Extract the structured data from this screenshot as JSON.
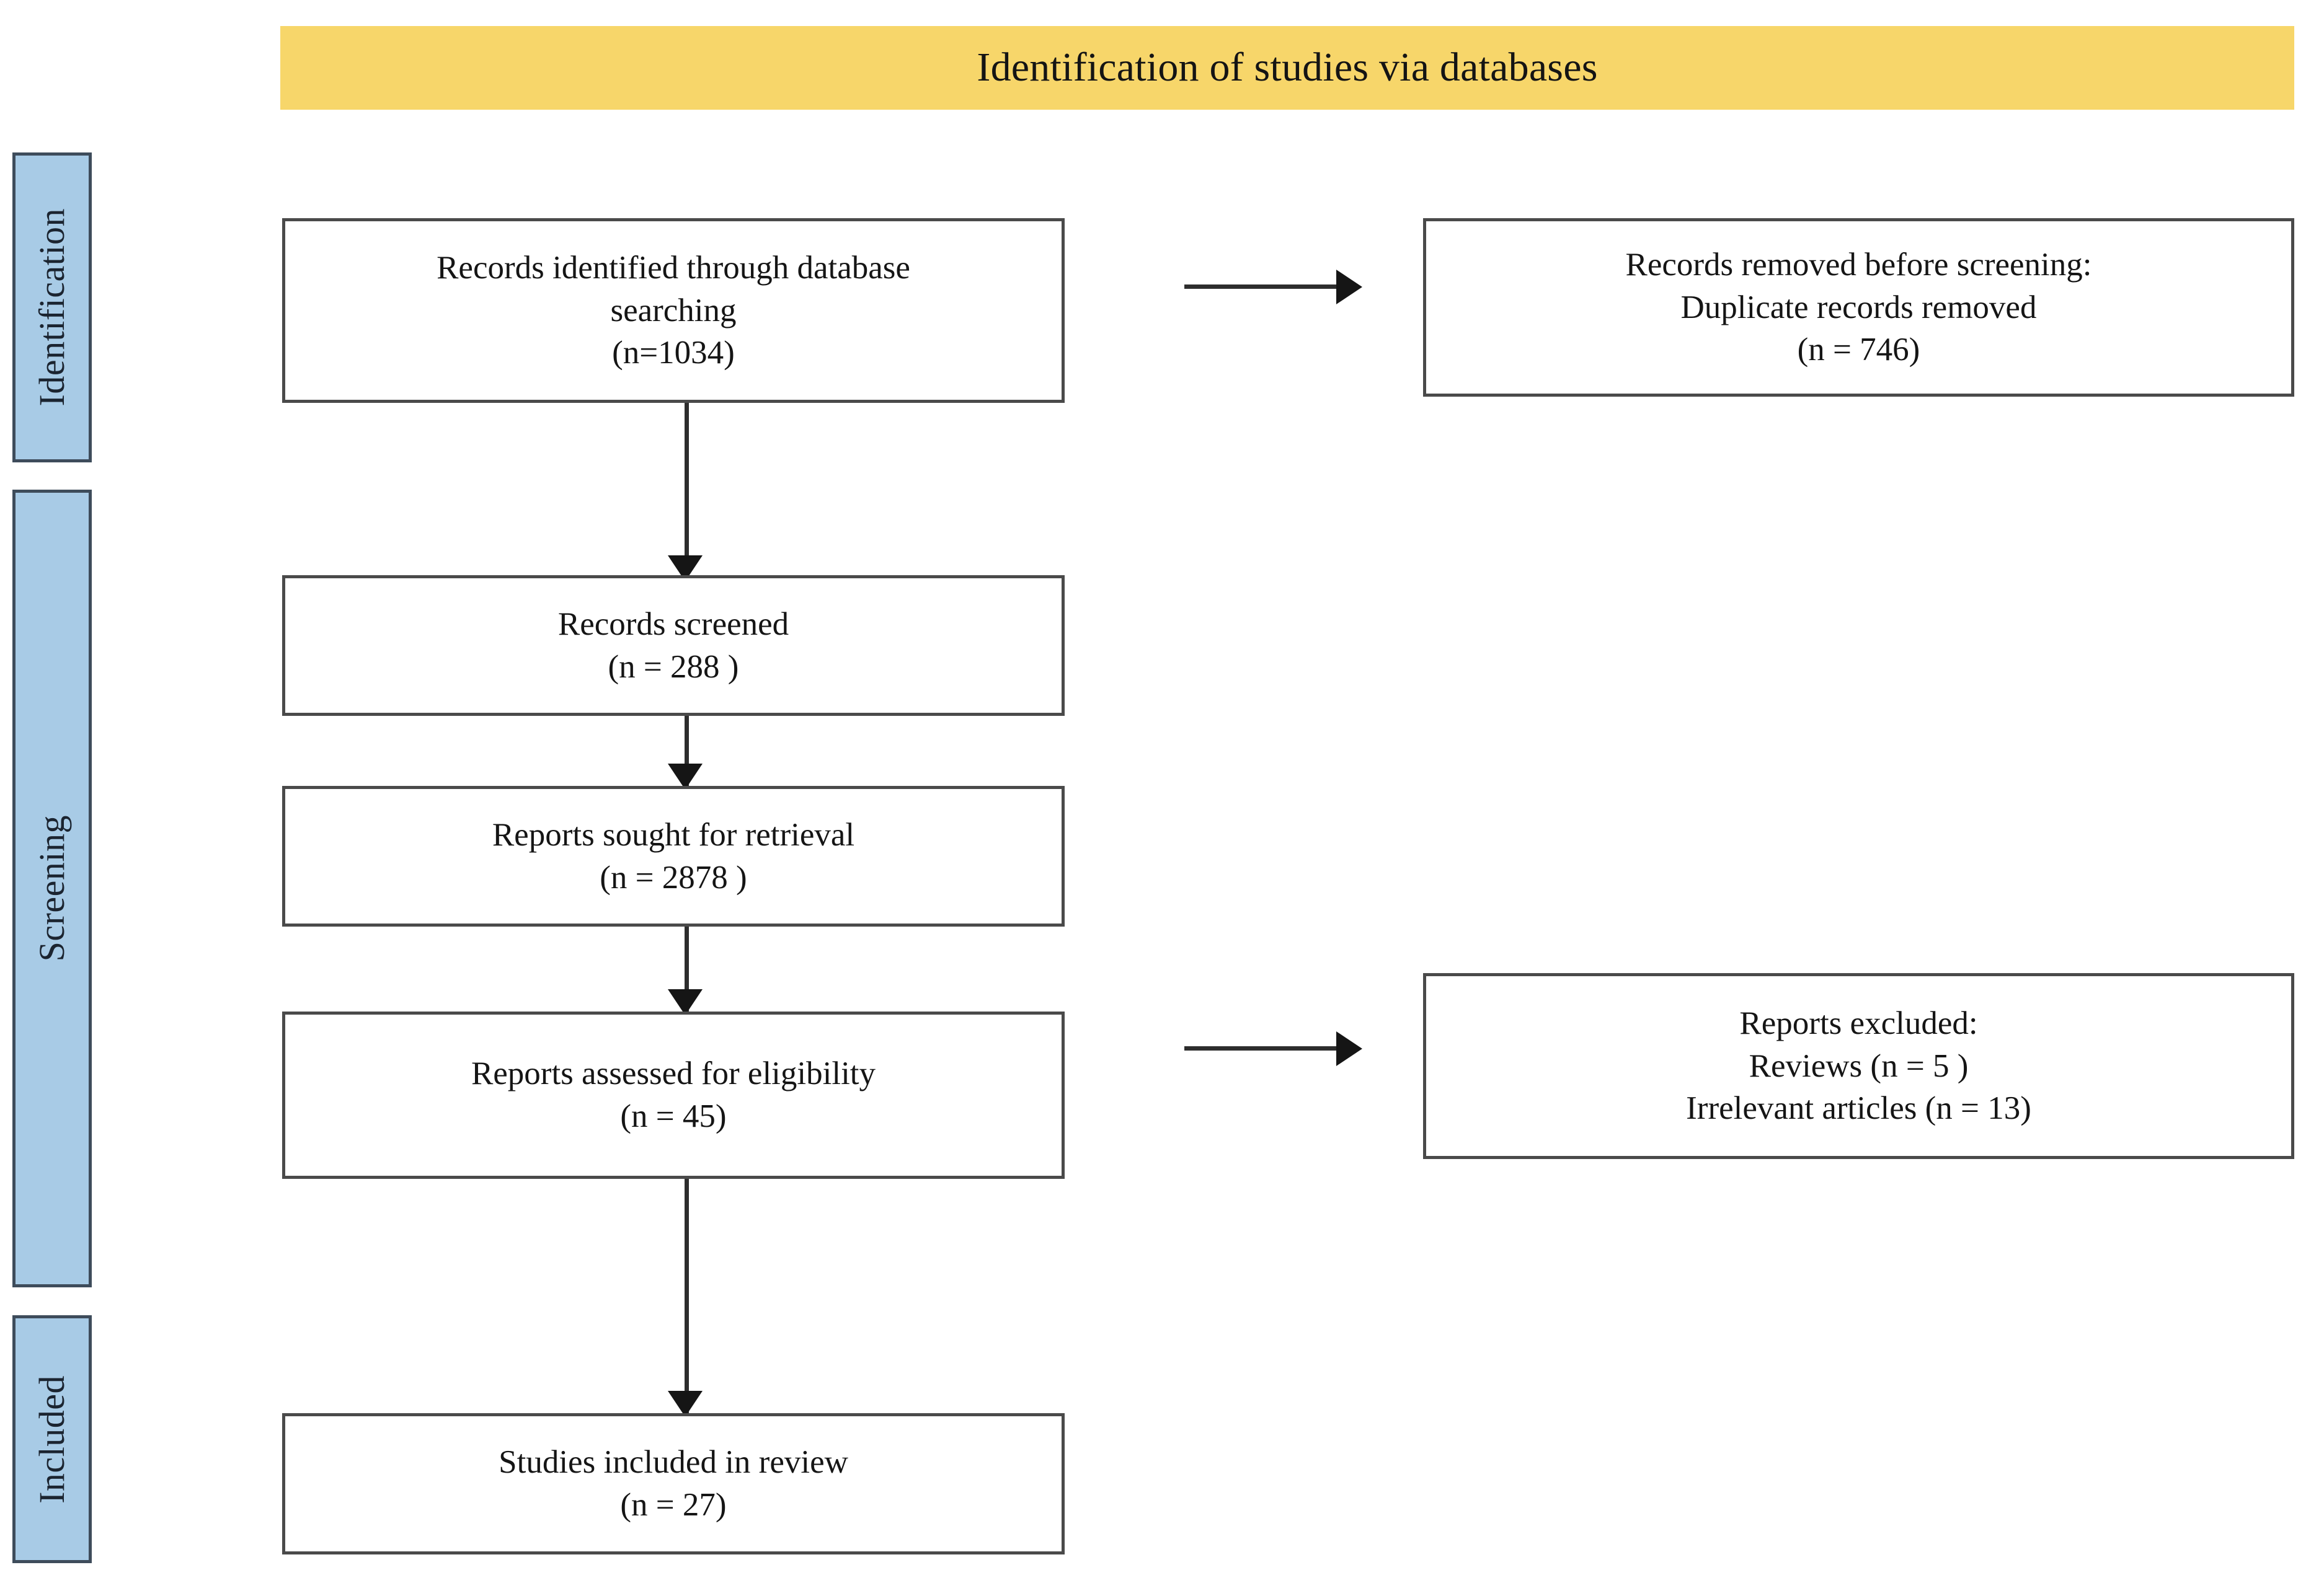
{
  "diagram": {
    "type": "prisma-flow-diagram",
    "header": {
      "title": "Identification of studies via databases",
      "background_color": "#F7D66A"
    },
    "stage_rails": {
      "fill_color": "#A8CBE6",
      "border_color": "#3E4C5B",
      "items": [
        {
          "label": "Identification"
        },
        {
          "label": "Screening"
        },
        {
          "label": "Included"
        }
      ]
    },
    "nodes": {
      "records_identified": {
        "lines": [
          "Records identified through database",
          "searching",
          "(n=1034)"
        ]
      },
      "records_removed": {
        "lines": [
          "Records removed before screening:",
          "Duplicate records removed",
          "(n = 746)"
        ]
      },
      "records_screened": {
        "lines": [
          "Records screened",
          "(n = 288 )"
        ]
      },
      "reports_sought": {
        "lines": [
          "Reports sought for retrieval",
          "(n = 2878 )"
        ]
      },
      "reports_assessed": {
        "lines": [
          "Reports assessed for eligibility",
          "(n = 45)"
        ]
      },
      "reports_excluded": {
        "lines": [
          "Reports excluded:",
          "Reviews (n = 5 )",
          "Irrelevant articles (n = 13)"
        ]
      },
      "studies_included": {
        "lines": [
          "Studies included in review",
          "(n = 27)"
        ]
      }
    },
    "counts": {
      "records_identified": 1034,
      "duplicates_removed": 746,
      "records_screened": 288,
      "reports_sought": 2878,
      "reports_assessed": 45,
      "excluded_reviews": 5,
      "excluded_irrelevant": 13,
      "studies_included": 27
    }
  }
}
